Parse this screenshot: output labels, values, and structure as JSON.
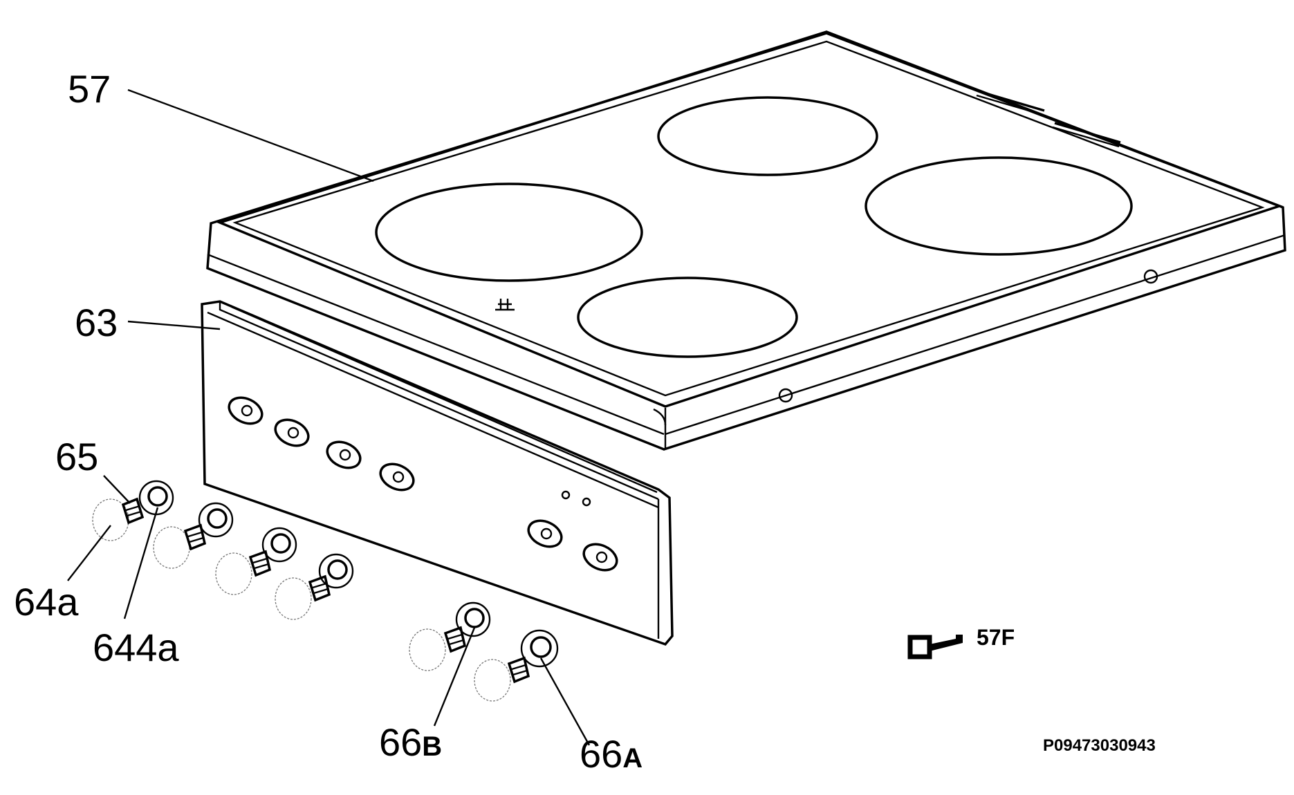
{
  "labels": {
    "hob_top": "57",
    "control_panel": "63",
    "knob_spring": "65",
    "knob_left_a": "64a",
    "knob_left_b": "644a",
    "knob_right_b_num": "66",
    "knob_right_b_sub": "B",
    "knob_right_a_num": "66",
    "knob_right_a_sub": "A",
    "hardware_ref": "57F"
  },
  "reference_code": "P09473030943",
  "icons": {
    "hardware": "screw-key-icon"
  },
  "colors": {
    "line": "#000000",
    "background": "#ffffff"
  }
}
